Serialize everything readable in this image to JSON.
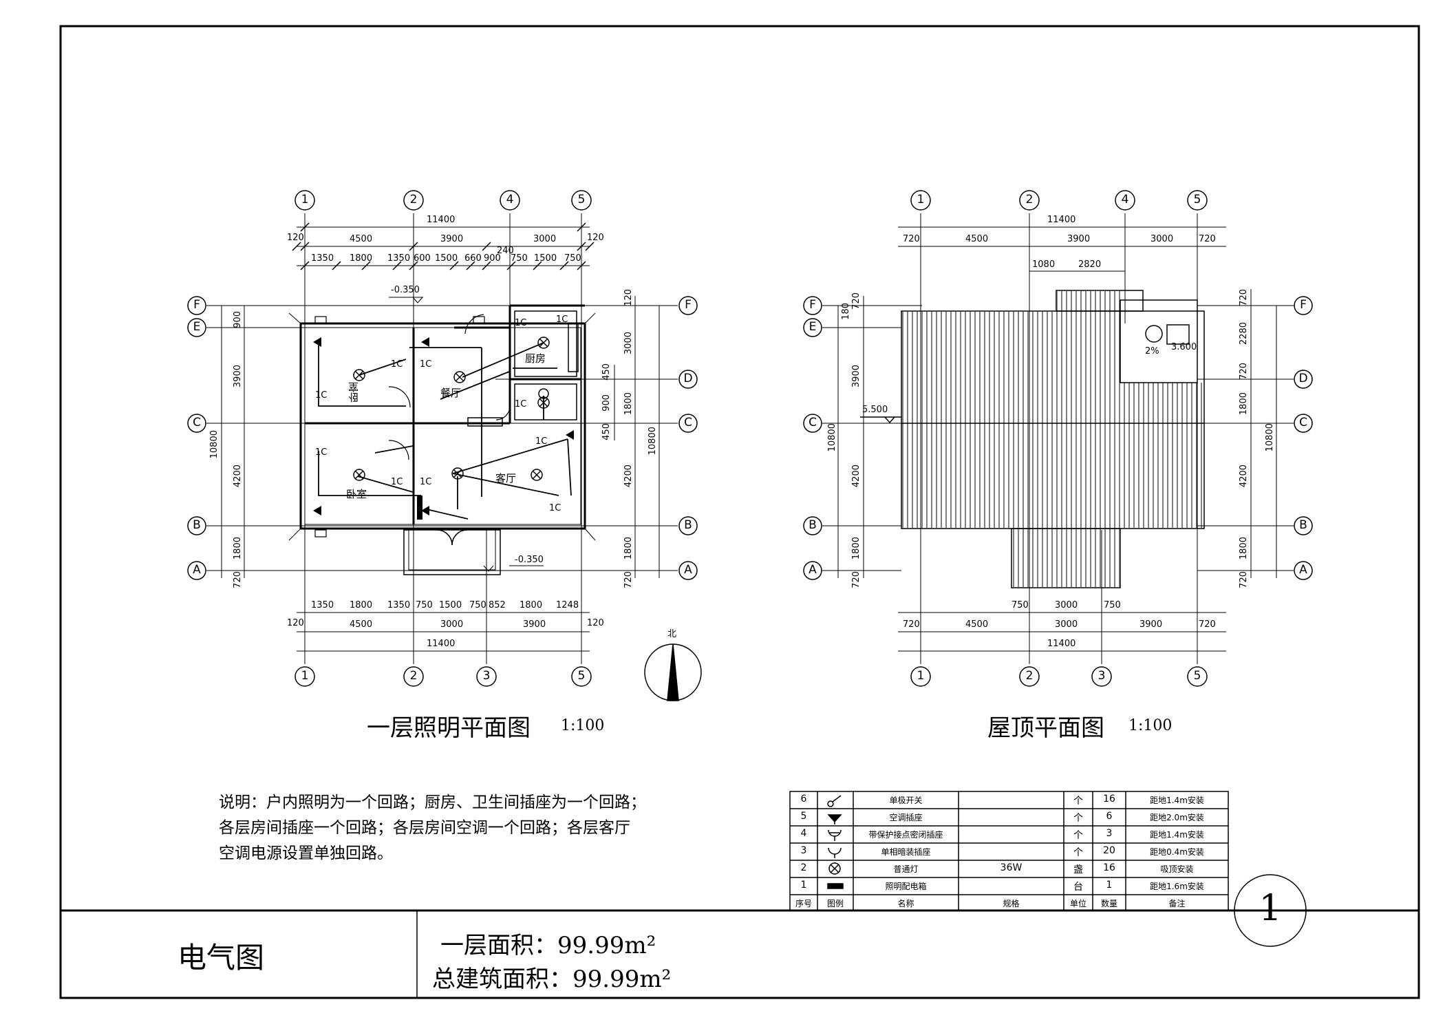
{
  "plans": {
    "left": {
      "title": "一层照明平面图",
      "scale": "1:100",
      "rooms": [
        "卧室",
        "餐厅",
        "厨房",
        "卧室",
        "客厅"
      ],
      "elevations": [
        "-0.350",
        "-0.350"
      ],
      "top_dims": {
        "total": "11400",
        "wall": "120",
        "row1": [
          "4500",
          "3900",
          "3000"
        ],
        "row2": [
          "1350",
          "1800",
          "1350",
          "600",
          "1500",
          "660",
          "900",
          "750",
          "1500",
          "750"
        ],
        "extra": "240"
      },
      "bottom_dims": {
        "total": "11400",
        "wall": "120",
        "row1": [
          "4500",
          "3000",
          "3900"
        ],
        "row2": [
          "1350",
          "1800",
          "1350",
          "750",
          "1500",
          "750",
          "852",
          "1800",
          "1248"
        ]
      },
      "left_dims": {
        "total": "10800",
        "parts": [
          "900",
          "3900",
          "4200",
          "1800",
          "720"
        ]
      },
      "right_dims": {
        "total": "10800",
        "outer": [
          "120",
          "3000",
          "1800",
          "4200",
          "1800",
          "720"
        ],
        "inner": [
          "450",
          "900",
          "450"
        ]
      },
      "grid_top": [
        "1",
        "2",
        "4",
        "5"
      ],
      "grid_bottom": [
        "1",
        "2",
        "3",
        "5"
      ],
      "grid_rows": [
        "F",
        "E",
        "D",
        "C",
        "B",
        "A"
      ],
      "switch_label": "1C",
      "north": "北"
    },
    "right": {
      "title": "屋顶平面图",
      "scale": "1:100",
      "elevations": [
        "5.500",
        "3.600"
      ],
      "slope": "2%",
      "top_dims": {
        "total": "11400",
        "row1": [
          "720",
          "4500",
          "3900",
          "3000",
          "720"
        ],
        "row2": [
          "1080",
          "2820"
        ]
      },
      "bottom_dims": {
        "total": "11400",
        "row1": [
          "720",
          "4500",
          "3000",
          "3900",
          "720"
        ],
        "row2": [
          "750",
          "3000",
          "750"
        ]
      },
      "left_dims": {
        "total": "10800",
        "parts": [
          "180",
          "720",
          "3900",
          "4200",
          "1800",
          "720"
        ]
      },
      "right_dims": {
        "total": "10800",
        "parts": [
          "720",
          "2280",
          "720",
          "1800",
          "4200",
          "1800",
          "720"
        ]
      },
      "grid_top": [
        "1",
        "2",
        "4",
        "5"
      ],
      "grid_bottom": [
        "1",
        "2",
        "3",
        "5"
      ],
      "grid_rows": [
        "F",
        "E",
        "D",
        "C",
        "B",
        "A"
      ]
    }
  },
  "note": {
    "lines": [
      "说明：户内照明为一个回路；厨房、卫生间插座为一个回路；",
      "各层房间插座一个回路；各层房间空调一个回路；各层客厅",
      "空调电源设置单独回路。"
    ]
  },
  "legend": {
    "headers": [
      "序号",
      "图例",
      "名称",
      "规格",
      "单位",
      "数量",
      "备注"
    ],
    "rows": [
      {
        "no": "6",
        "icon": "single-switch-icon",
        "name": "单极开关",
        "spec": "",
        "unit": "个",
        "qty": "16",
        "remark": "距地1.4m安装"
      },
      {
        "no": "5",
        "icon": "ac-socket-icon",
        "name": "空调插座",
        "spec": "",
        "unit": "个",
        "qty": "6",
        "remark": "距地2.0m安装"
      },
      {
        "no": "4",
        "icon": "protected-socket-icon",
        "name": "带保护接点密闭插座",
        "spec": "",
        "unit": "个",
        "qty": "3",
        "remark": "距地1.4m安装"
      },
      {
        "no": "3",
        "icon": "concealed-socket-icon",
        "name": "单相暗装插座",
        "spec": "",
        "unit": "个",
        "qty": "20",
        "remark": "距地0.4m安装"
      },
      {
        "no": "2",
        "icon": "lamp-icon",
        "name": "普通灯",
        "spec": "36W",
        "unit": "盏",
        "qty": "16",
        "remark": "吸顶安装"
      },
      {
        "no": "1",
        "icon": "distribution-box-icon",
        "name": "照明配电箱",
        "spec": "",
        "unit": "台",
        "qty": "1",
        "remark": "距地1.6m安装"
      }
    ]
  },
  "sheet_number": "1",
  "title_block": {
    "drawing_name": "电气图",
    "floor_area_label": "一层面积：",
    "floor_area_value": "99.99m²",
    "total_area_label": "总建筑面积：",
    "total_area_value": "99.99m²"
  }
}
